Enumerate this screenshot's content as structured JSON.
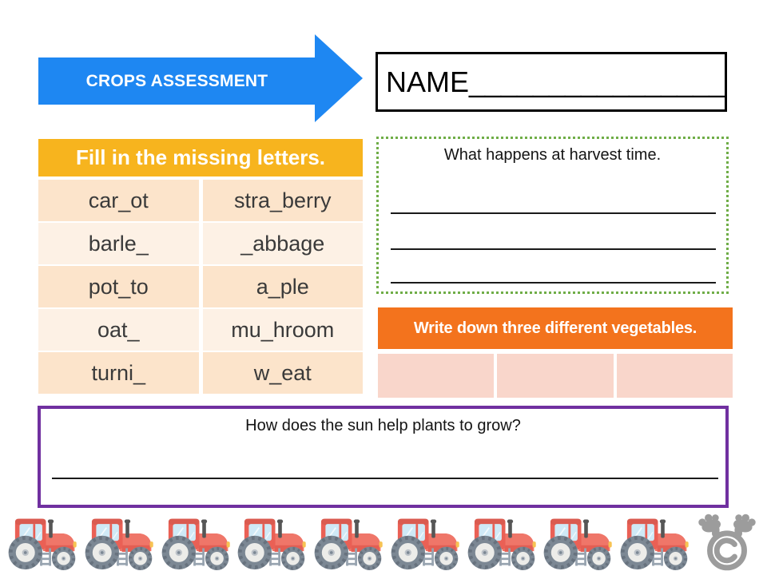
{
  "header": {
    "banner_label": "CROPS ASSESSMENT",
    "banner_color": "#1E87F2",
    "name_label": "NAME________________"
  },
  "fill_table": {
    "title": "Fill in the missing letters.",
    "header_color": "#F7B41E",
    "row_colors": [
      "#FCE4CB",
      "#FDF1E5"
    ],
    "rows": [
      [
        "car_ot",
        "stra_berry"
      ],
      [
        "barle_",
        "_abbage"
      ],
      [
        "pot_to",
        "a_ple"
      ],
      [
        "oat_",
        "mu_hroom"
      ],
      [
        "turni_",
        "w_eat"
      ]
    ]
  },
  "harvest_box": {
    "title": "What happens at harvest time.",
    "border_color": "#6FAD47",
    "answer_line_count": 3
  },
  "vegetables": {
    "title": "Write down three different vegetables.",
    "banner_color": "#F3731D",
    "cell_color": "#F9D6CB",
    "cell_count": 3
  },
  "sun_box": {
    "title": "How does the sun help plants to grow?",
    "border_color": "#7030A0",
    "answer_line_count": 1
  },
  "footer": {
    "tractor_icon": "tractor",
    "tractor_count": 9,
    "copyright_symbol": "©"
  }
}
